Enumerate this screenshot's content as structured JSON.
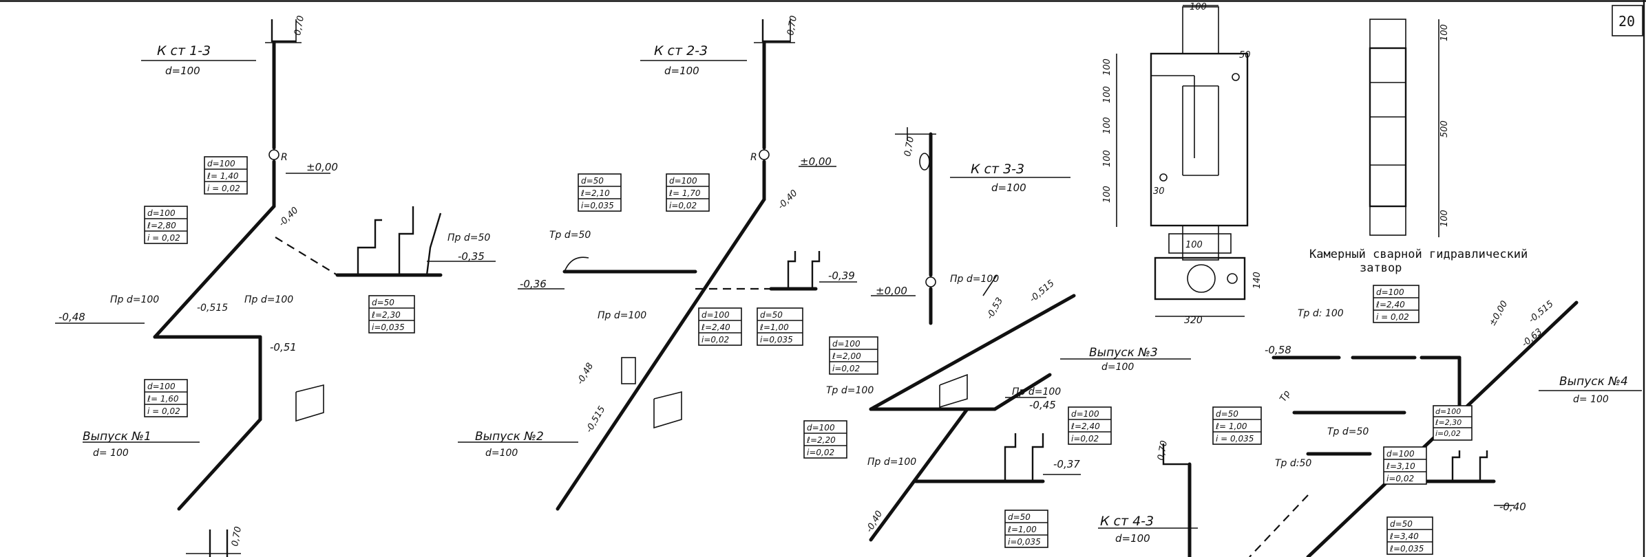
{
  "sheet_number": "20",
  "trap_caption": [
    "Камерный сварной гидравлический",
    "затвор"
  ],
  "risers": [
    {
      "id": "1",
      "title": "К ст 1-3",
      "diameter": "d=100",
      "outlet_label": "Выпуск №1",
      "outlet_diameter": "d= 100"
    },
    {
      "id": "2",
      "title": "К ст 2-3",
      "diameter": "d=100",
      "outlet_label": "Выпуск №2",
      "outlet_diameter": "d=100"
    },
    {
      "id": "3",
      "title": "К ст 3-3",
      "diameter": "d=100",
      "outlet_label": "Выпуск №3",
      "outlet_diameter": "d=100"
    },
    {
      "id": "4",
      "title": "К ст 4-3",
      "diameter": "d=100",
      "outlet_label": "Выпуск №4",
      "outlet_diameter": "d= 100"
    }
  ],
  "params": {
    "r1_a": [
      "d=100",
      "ℓ= 1,40",
      "i = 0,02"
    ],
    "r1_b": [
      "d=100",
      "ℓ=2,80",
      "i = 0,02"
    ],
    "r1_c": [
      "d=50",
      "ℓ=2,30",
      "i=0,035"
    ],
    "r1_d": [
      "d=100",
      "ℓ= 1,60",
      "i = 0,02"
    ],
    "r2_a": [
      "d=50",
      "ℓ=2,10",
      "i=0,035"
    ],
    "r2_b": [
      "d=100",
      "ℓ= 1,70",
      "i=0,02"
    ],
    "r2_c": [
      "d=100",
      "ℓ=2,40",
      "i=0,02"
    ],
    "r2_d": [
      "d=50",
      "ℓ=1,00",
      "i=0,035"
    ],
    "r3_a": [
      "d=100",
      "ℓ=2,00",
      "i=0,02"
    ],
    "r3_b": [
      "d=100",
      "ℓ=2,20",
      "i=0,02"
    ],
    "r3_c": [
      "d=100",
      "ℓ=2,40",
      "i=0,02"
    ],
    "r3_d": [
      "d=50",
      "ℓ=1,00",
      "i=0,035"
    ],
    "r4_a": [
      "d=100",
      "ℓ=2,40",
      "i = 0,02"
    ],
    "r4_b": [
      "d=50",
      "ℓ= 1,00",
      "i = 0,035"
    ],
    "r4_c": [
      "d=100",
      "ℓ=2,30",
      "i=0,02"
    ],
    "r4_d": [
      "d=100",
      "ℓ=3,10",
      "i=0,02"
    ],
    "r4_e": [
      "d=50",
      "ℓ=3,40",
      "ℓ=0,035"
    ]
  },
  "labels": {
    "pr_d100": "Пр d=100",
    "pr_d50": "Пр d=50",
    "tr_d50": "Тр d=50",
    "tr_d100": "Тр d=100",
    "tr_d100b": "Тр d: 100",
    "tr_d50b": "Тр d:50",
    "r": "R",
    "tp": "Тр"
  },
  "elevations": {
    "e000": "±0,00",
    "e040": "-0,40",
    "e035": "-0,35",
    "e048": "-0,48",
    "e0515": "-0,515",
    "e051": "-0,51",
    "e036": "-0,36",
    "e039": "-0,39",
    "e045": "-0,45",
    "e037": "-0,37",
    "e053": "-0,53",
    "e058": "-0,58",
    "e040b": "-0,40",
    "e048b": "-0,48",
    "e0515b": "-0,515",
    "e0515c": "-0,515",
    "e040c": "-0,40",
    "e040d": "-0,40",
    "e000b": "±0,00",
    "e000c": "±0,00",
    "e000d": "±0,00",
    "e063": "-0,63",
    "e070": "0,70",
    "e070b": "0,70",
    "e070c": "0,70"
  },
  "dims": {
    "d100t": "100",
    "d50": "50",
    "d100a": "100",
    "d100b": "100",
    "d100c": "100",
    "d100d": "100",
    "d100e": "100",
    "d30": "30",
    "d100f": "100",
    "d140": "140",
    "d320": "320",
    "d100g": "100",
    "d500": "500",
    "d100h": "100"
  }
}
